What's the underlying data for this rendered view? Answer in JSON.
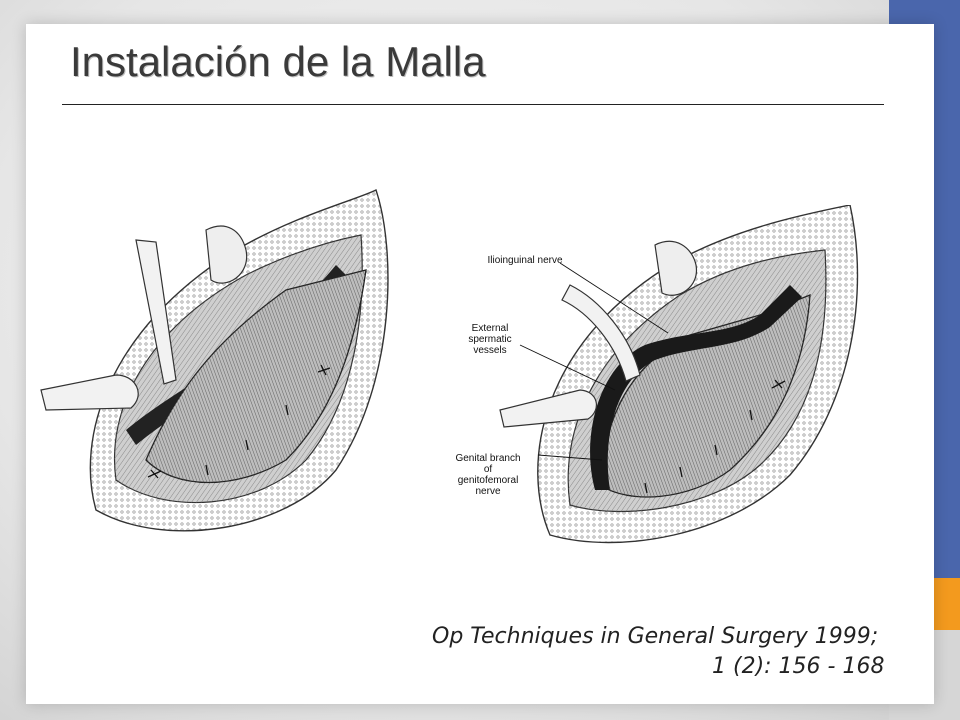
{
  "slide": {
    "title": "Instalación de la Malla",
    "colors": {
      "accent_blue": "#4a66ac",
      "accent_orange": "#f39a1e",
      "panel": "#ffffff"
    }
  },
  "figures": {
    "left": {
      "icon": "surgical-illustration-mesh-placement"
    },
    "right": {
      "icon": "surgical-illustration-mesh-annotated",
      "labels": {
        "ilioinguinal": "Ilioinguinal nerve",
        "external_1": "External",
        "external_2": "spermatic",
        "external_3": "vessels",
        "genital_1": "Genital branch",
        "genital_2": "of",
        "genital_3": "genitofemoral",
        "genital_4": "nerve"
      }
    }
  },
  "citation": {
    "line1": "Op Techniques in General Surgery 1999;",
    "line2": "1 (2): 156 - 168"
  }
}
